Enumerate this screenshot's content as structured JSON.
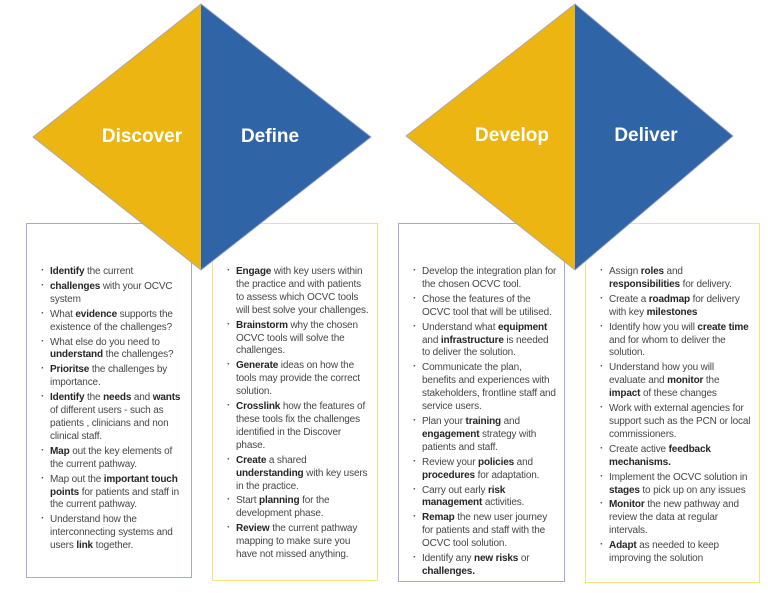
{
  "colors": {
    "diamond_yellow": "#ECB511",
    "diamond_blue": "#2F64A6",
    "diamond_outline": "#9AA1D4",
    "box_border_purple": "#A4A9DC",
    "box_border_yellow": "#FAE082",
    "text": "#464646",
    "text_bold": "#262626",
    "label_text": "#FFFFFF"
  },
  "diamonds": [
    {
      "left_label": "Discover",
      "right_label": "Define"
    },
    {
      "left_label": "Develop",
      "right_label": "Deliver"
    }
  ],
  "boxes": [
    {
      "phase": "Discover",
      "bullets": [
        [
          {
            "t": "Identify",
            "b": true
          },
          {
            "t": " the current"
          }
        ],
        [
          {
            "t": "challenges",
            "b": true
          },
          {
            "t": " with your OCVC system"
          }
        ],
        [
          {
            "t": "What "
          },
          {
            "t": "evidence",
            "b": true
          },
          {
            "t": " supports the existence of the challenges?"
          }
        ],
        [
          {
            "t": "What else do you need to "
          },
          {
            "t": "understand",
            "b": true
          },
          {
            "t": " the challenges?"
          }
        ],
        [
          {
            "t": "Prioritse",
            "b": true
          },
          {
            "t": " the challenges by importance."
          }
        ],
        [
          {
            "t": "Identify",
            "b": true
          },
          {
            "t": " the "
          },
          {
            "t": "needs",
            "b": true
          },
          {
            "t": " and "
          },
          {
            "t": "wants",
            "b": true
          },
          {
            "t": " of different users - such as patients , clinicians and non clinical staff."
          }
        ],
        [
          {
            "t": "Map",
            "b": true
          },
          {
            "t": " out the key elements of the current pathway."
          }
        ],
        [
          {
            "t": "Map out the "
          },
          {
            "t": "important touch points",
            "b": true
          },
          {
            "t": " for patients and staff in the current pathway."
          }
        ],
        [
          {
            "t": "Understand how the interconnecting systems and users "
          },
          {
            "t": "link",
            "b": true
          },
          {
            "t": " together."
          }
        ]
      ]
    },
    {
      "phase": "Define",
      "bullets": [
        [
          {
            "t": "Engage",
            "b": true
          },
          {
            "t": " with key users within the practice and with patients to assess which OCVC tools will best solve your challenges."
          }
        ],
        [
          {
            "t": "Brainstorm",
            "b": true
          },
          {
            "t": " why the chosen OCVC tools will solve the challenges."
          }
        ],
        [
          {
            "t": "Generate",
            "b": true
          },
          {
            "t": " ideas on how the tools may provide the correct solution."
          }
        ],
        [
          {
            "t": "Crosslink",
            "b": true
          },
          {
            "t": " how the features of these tools fix the challenges identified in the Discover phase."
          }
        ],
        [
          {
            "t": "Create",
            "b": true
          },
          {
            "t": " a shared "
          },
          {
            "t": "understanding",
            "b": true
          },
          {
            "t": " with key users in the practice."
          }
        ],
        [
          {
            "t": "Start "
          },
          {
            "t": "planning",
            "b": true
          },
          {
            "t": " for the development phase."
          }
        ],
        [
          {
            "t": "Review",
            "b": true
          },
          {
            "t": " the current pathway mapping to make sure you have not missed anything."
          }
        ]
      ]
    },
    {
      "phase": "Develop",
      "bullets": [
        [
          {
            "t": "Develop the integration plan for the chosen OCVC tool."
          }
        ],
        [
          {
            "t": "Chose the features of the OCVC tool that will be utilised."
          }
        ],
        [
          {
            "t": "Understand what "
          },
          {
            "t": "equipment",
            "b": true
          },
          {
            "t": " and "
          },
          {
            "t": "infrastructure",
            "b": true
          },
          {
            "t": " is needed to deliver the solution."
          }
        ],
        [
          {
            "t": "Communicate the plan, benefits and experiences with stakeholders, frontline staff and service users."
          }
        ],
        [
          {
            "t": "Plan your "
          },
          {
            "t": "training",
            "b": true
          },
          {
            "t": " and "
          },
          {
            "t": "engagement",
            "b": true
          },
          {
            "t": " strategy with patients and staff."
          }
        ],
        [
          {
            "t": "Review your "
          },
          {
            "t": "policies",
            "b": true
          },
          {
            "t": " and "
          },
          {
            "t": "procedures",
            "b": true
          },
          {
            "t": " for adaptation."
          }
        ],
        [
          {
            "t": "Carry out early "
          },
          {
            "t": "risk management",
            "b": true
          },
          {
            "t": " activities."
          }
        ],
        [
          {
            "t": "Remap",
            "b": true
          },
          {
            "t": " the new user journey for patients and staff with the OCVC tool solution."
          }
        ],
        [
          {
            "t": "Identify any "
          },
          {
            "t": "new risks",
            "b": true
          },
          {
            "t": " or "
          },
          {
            "t": "challenges.",
            "b": true
          }
        ]
      ]
    },
    {
      "phase": "Deliver",
      "bullets": [
        [
          {
            "t": "Assign "
          },
          {
            "t": "roles",
            "b": true
          },
          {
            "t": " and "
          },
          {
            "t": "responsibilities",
            "b": true
          },
          {
            "t": " for delivery."
          }
        ],
        [
          {
            "t": "Create a "
          },
          {
            "t": "roadmap",
            "b": true
          },
          {
            "t": " for delivery with key "
          },
          {
            "t": "milestones",
            "b": true
          }
        ],
        [
          {
            "t": "Identify how you will "
          },
          {
            "t": "create time",
            "b": true
          },
          {
            "t": " and for whom to deliver the solution."
          }
        ],
        [
          {
            "t": "Understand how you will evaluate and "
          },
          {
            "t": "monitor",
            "b": true
          },
          {
            "t": " the "
          },
          {
            "t": "impact",
            "b": true
          },
          {
            "t": " of these changes"
          }
        ],
        [
          {
            "t": "Work with external agencies for support such as the PCN or local commissioners."
          }
        ],
        [
          {
            "t": "Create active "
          },
          {
            "t": "feedback mechanisms.",
            "b": true
          }
        ],
        [
          {
            "t": "Implement the OCVC solution in "
          },
          {
            "t": "stages",
            "b": true
          },
          {
            "t": " to pick up on any issues"
          }
        ],
        [
          {
            "t": "Monitor",
            "b": true
          },
          {
            "t": " the new pathway and review the data at regular intervals."
          }
        ],
        [
          {
            "t": "Adapt",
            "b": true
          },
          {
            "t": " as needed to keep improving the solution"
          }
        ]
      ]
    }
  ]
}
